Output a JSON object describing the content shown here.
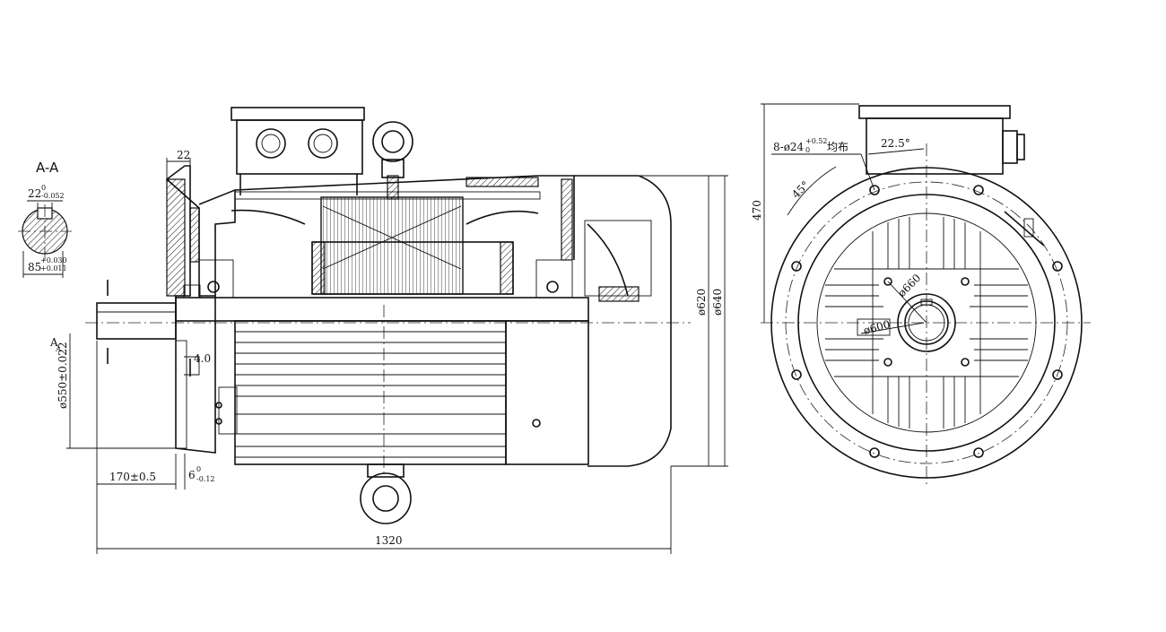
{
  "section_title": "A-A",
  "section_label_a_top": "A",
  "section_label_a_sub": "A",
  "key_width": "22",
  "key_width_tol_top": "0",
  "key_width_tol_bot": "-0.052",
  "key_depth": "85",
  "key_depth_tol_top": "+0.030",
  "key_depth_tol_bot": "+0.011",
  "dim_flange_thick": "22",
  "dim_gap": "4.0",
  "dim_spigot": "ø550±0.022",
  "dim_shaft_ext": "170±0.5",
  "dim_spigot_depth": "6",
  "dim_spigot_depth_tol_top": "0",
  "dim_spigot_depth_tol_bot": "-0.12",
  "dim_overall_length": "1320",
  "dim_d620": "ø620",
  "dim_d640": "ø640",
  "dim_height": "470",
  "dim_holes": "8-ø24",
  "dim_holes_tol_top": "+0.52",
  "dim_holes_tol_bot": "0",
  "dim_holes_note": "均布",
  "dim_angle_small": "22.5°",
  "dim_angle_large": "45°",
  "dim_d660": "ø660",
  "dim_d600": "ø600"
}
